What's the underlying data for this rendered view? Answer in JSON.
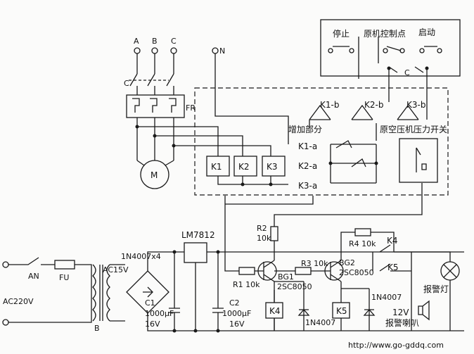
{
  "labels": {
    "A": "A",
    "B": "B",
    "C": "C",
    "N": "N",
    "C_contact": "C",
    "FR": "FR",
    "M": "M",
    "stop": "停止",
    "orig_point": "原机控制点",
    "start": "启动",
    "K1b": "K1-b",
    "K2b": "K2-b",
    "K3b": "K3-b",
    "added_part": "增加部分",
    "pressure_switch": "原空压机压力开关",
    "K1a": "K1-a",
    "K2a": "K2-a",
    "K3a": "K3-a",
    "K1": "K1",
    "K2": "K2",
    "K3": "K3",
    "AN": "AN",
    "FU": "FU",
    "AC220": "AC220V",
    "AC15": "AC15V",
    "bridge": "1N4007x4",
    "LM7812": "LM7812",
    "C1": "C1",
    "C1val": "1000μF",
    "C2": "C2",
    "C2val": "1000μF",
    "V16": "16V",
    "R1": "R1  10k",
    "R2": "R2",
    "R2val": "10k",
    "R3": "R3  10k",
    "R4": "R4  10k",
    "BG1": "BG1",
    "BG1type": "2SC8050",
    "BG2": "BG2",
    "BG2type": "2SC8050",
    "K4": "K4",
    "K5": "K5",
    "D1": "1N4007",
    "D2": "1N4007",
    "lamp": "报警灯",
    "V12": "12V",
    "horn": "报警喇叭",
    "url": "http://www.go-gddq.com"
  }
}
